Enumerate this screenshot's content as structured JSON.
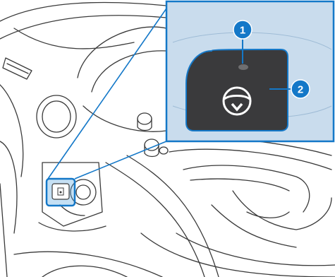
{
  "callouts": {
    "callout_1": "1",
    "callout_2": "2"
  },
  "colors": {
    "accent_blue": "#1478c8",
    "inset_background": "#c9dced",
    "button_dark": "#3a3a3c",
    "line_art": "#3a3a3a"
  },
  "icons": {
    "button_icon": "steering-wheel-icon",
    "indicator": "indicator-lamp"
  }
}
